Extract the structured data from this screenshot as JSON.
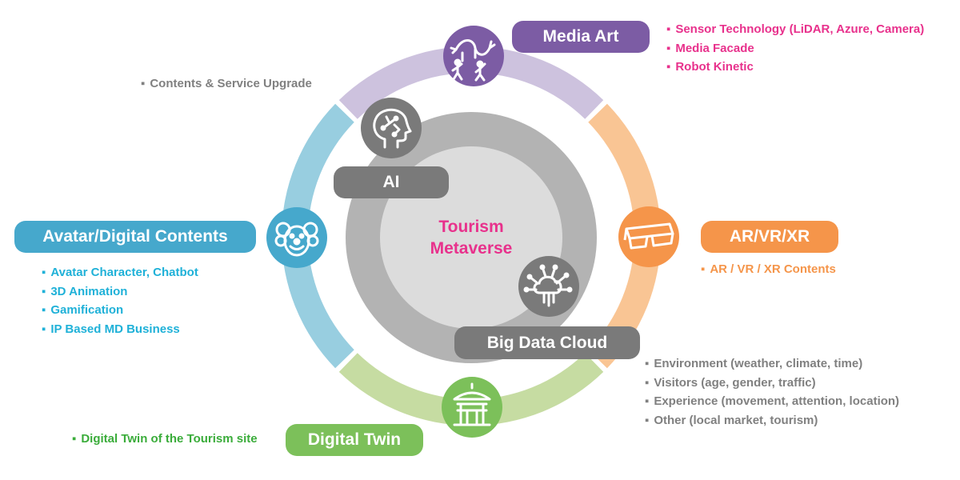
{
  "center": {
    "line1": "Tourism",
    "line2": "Metaverse",
    "color": "#e8318c"
  },
  "sections": {
    "media_art": {
      "label": "Media Art",
      "color": "#7c5ca4",
      "ring_color": "#cdc2de",
      "icon": "dragon-dance-icon",
      "items": [
        "Sensor Technology (LiDAR, Azure, Camera)",
        "Media Facade",
        "Robot Kinetic"
      ],
      "items_color": "#e8318c"
    },
    "ar_vr_xr": {
      "label": "AR/VR/XR",
      "color": "#f5954a",
      "ring_color": "#f9c594",
      "icon": "3d-glasses-icon",
      "items": [
        "AR / VR / XR Contents"
      ],
      "items_color": "#f5954a"
    },
    "digital_twin": {
      "label": "Digital Twin",
      "color": "#7cc05a",
      "ring_color": "#c6dca2",
      "icon": "pavilion-icon",
      "items": [
        "Digital Twin of the Tourism site"
      ],
      "items_color": "#3aac3a"
    },
    "avatar": {
      "label": "Avatar/Digital Contents",
      "color": "#46a8cc",
      "ring_color": "#98cee0",
      "icon": "clown-face-icon",
      "items": [
        "Avatar Character, Chatbot",
        "3D Animation",
        "Gamification",
        "IP Based MD Business"
      ],
      "items_color": "#1fb1d8"
    },
    "ai": {
      "label": "AI",
      "color": "#7a7a7a",
      "icon": "brain-head-icon",
      "items": [
        "Contents & Service Upgrade"
      ],
      "items_color": "#808080"
    },
    "big_data": {
      "label": "Big Data Cloud",
      "color": "#7a7a7a",
      "icon": "data-cloud-icon",
      "items": [
        "Environment (weather, climate, time)",
        "Visitors (age, gender, traffic)",
        "Experience (movement, attention, location)",
        "Other (local market, tourism)"
      ],
      "items_color": "#808080"
    }
  }
}
